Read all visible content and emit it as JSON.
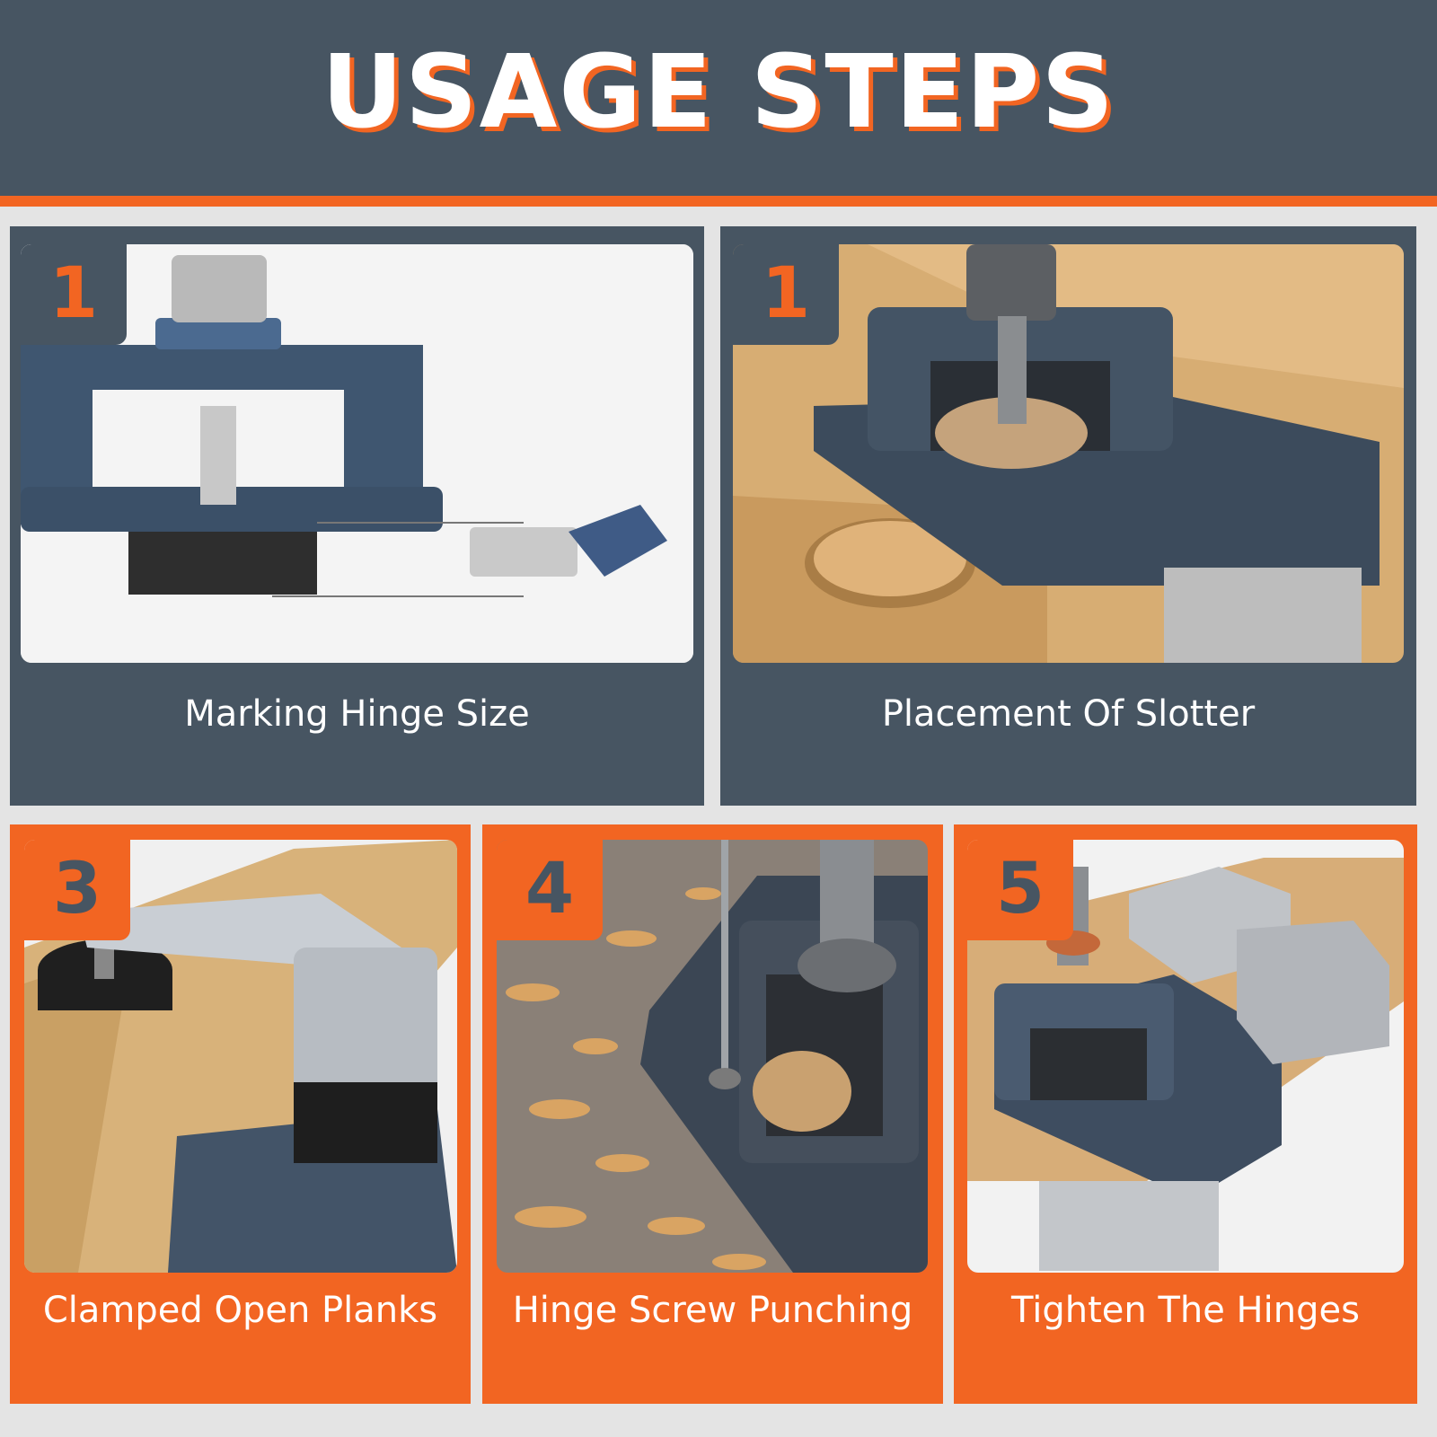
{
  "header": {
    "title": "USAGE STEPS"
  },
  "colors": {
    "dark": "#475562",
    "accent": "#f26522",
    "background": "#e4e4e4"
  },
  "steps": [
    {
      "number": "1",
      "caption": "Marking Hinge Size"
    },
    {
      "number": "1",
      "caption": "Placement Of Slotter"
    },
    {
      "number": "3",
      "caption": "Clamped Open Planks"
    },
    {
      "number": "4",
      "caption": "Hinge Screw Punching"
    },
    {
      "number": "5",
      "caption": "Tighten The Hinges"
    }
  ]
}
